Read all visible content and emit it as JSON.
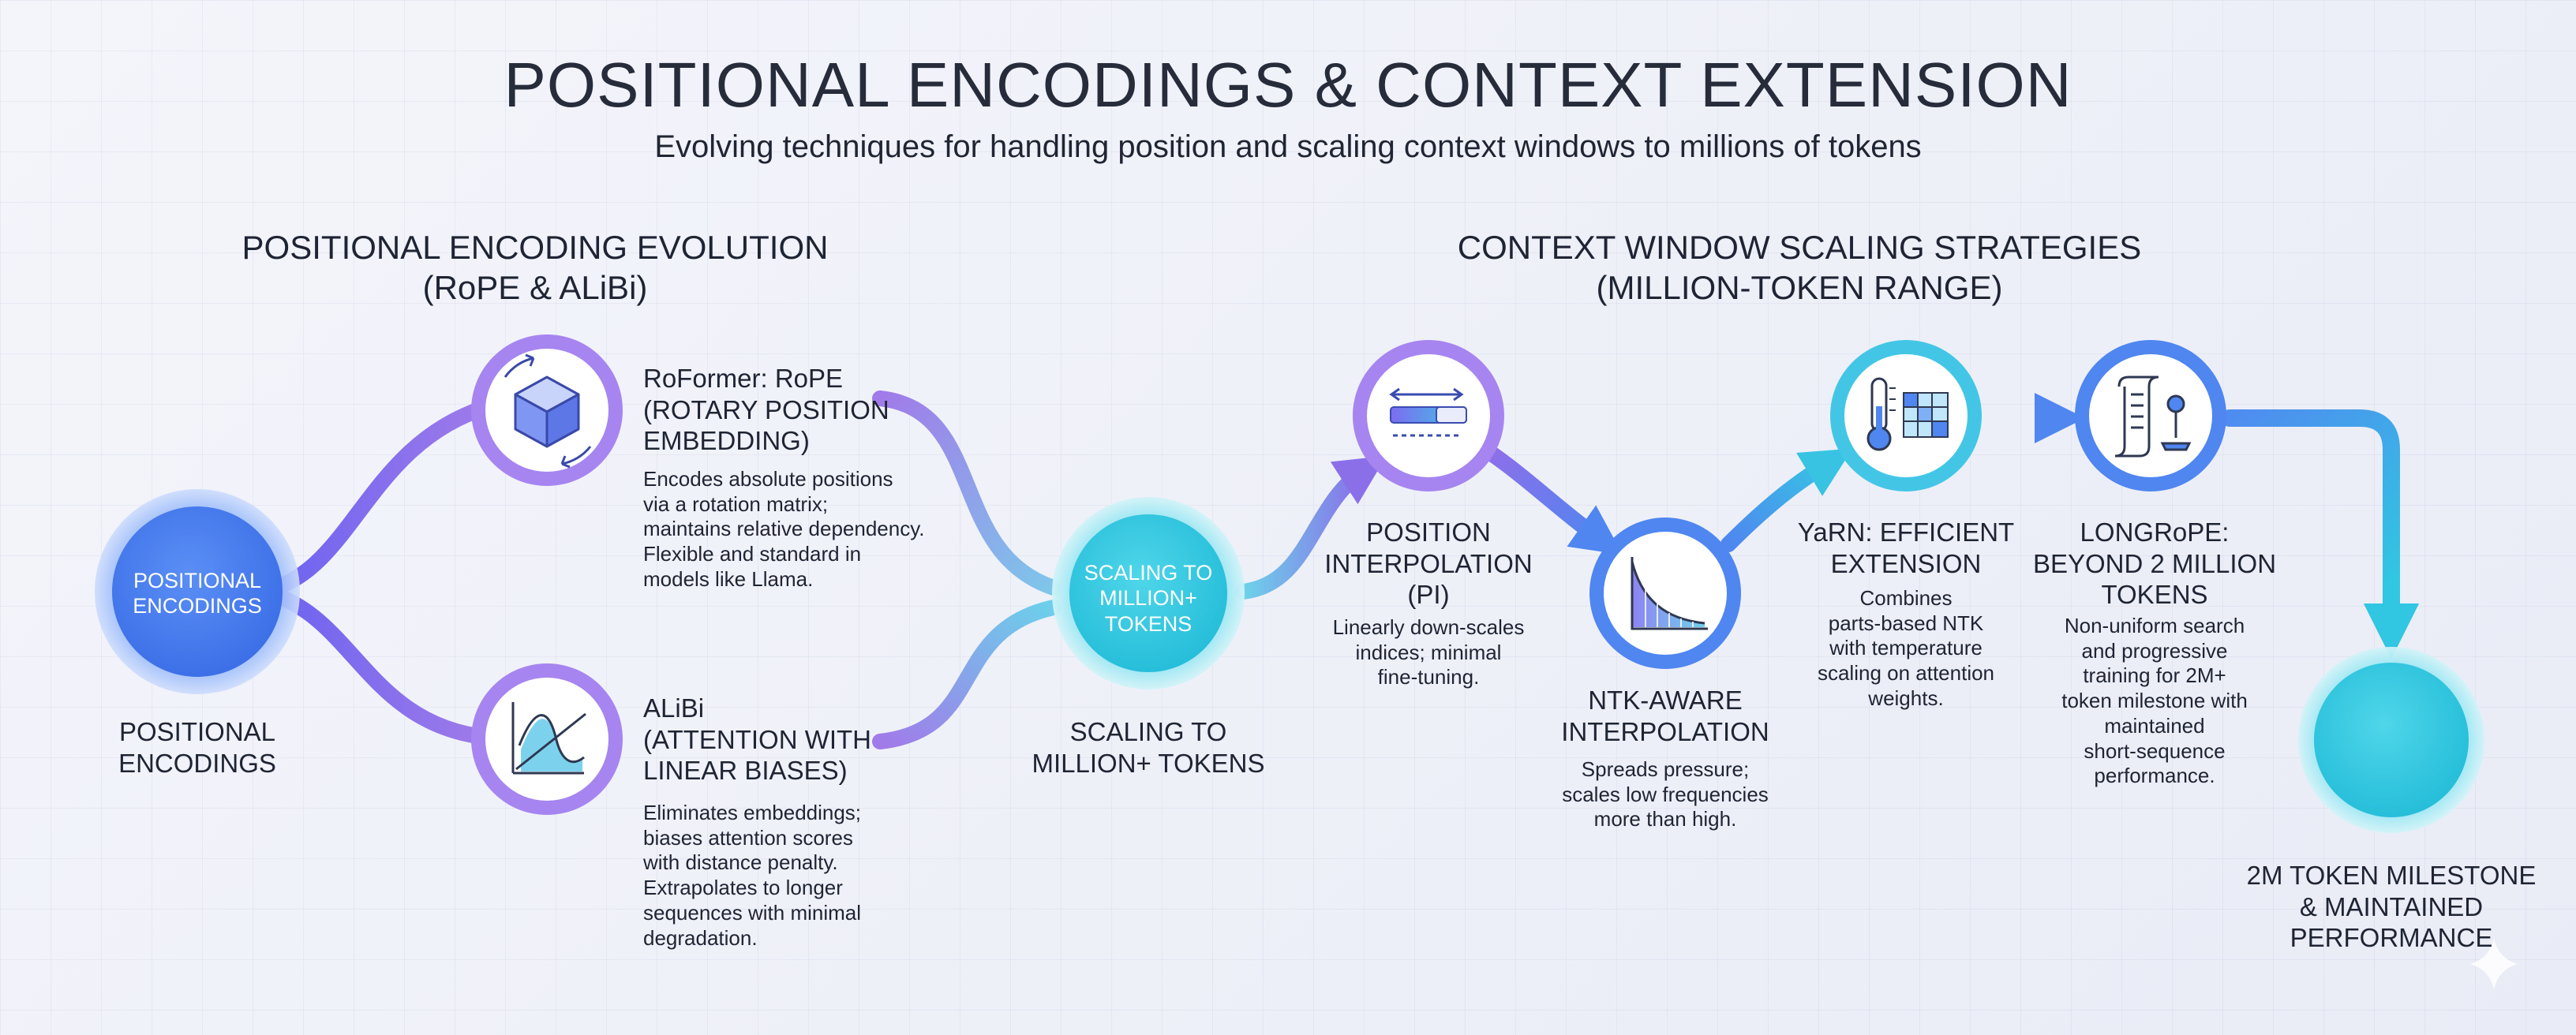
{
  "header": {
    "title": "POSITIONAL ENCODINGS & CONTEXT EXTENSION",
    "subtitle": "Evolving techniques for handling position and scaling context windows to millions of tokens"
  },
  "sections": {
    "left": [
      "POSITIONAL ENCODING EVOLUTION",
      "(RoPE & ALiBi)"
    ],
    "right": [
      "CONTEXT WINDOW SCALING STRATEGIES",
      "(MILLION-TOKEN RANGE)"
    ]
  },
  "nodes": {
    "positional_encodings": {
      "circle_text": [
        "POSITIONAL",
        "ENCODINGS"
      ],
      "label": [
        "POSITIONAL",
        "ENCODINGS"
      ]
    },
    "rope": {
      "title": [
        "RoFormer: RoPE",
        "(ROTARY POSITION",
        "EMBEDDING)"
      ],
      "desc": [
        "Encodes absolute positions",
        "via a rotation matrix;",
        "maintains relative dependency.",
        "Flexible and standard in",
        "models like Llama."
      ],
      "icon": "cube-rotation-icon"
    },
    "alibi": {
      "title": [
        "ALiBi",
        "(ATTENTION WITH",
        "LINEAR BIASES)"
      ],
      "desc": [
        "Eliminates embeddings;",
        "biases attention scores",
        "with distance penalty.",
        "Extrapolates to longer",
        "sequences with minimal",
        "degradation."
      ],
      "icon": "linear-bias-chart-icon"
    },
    "scaling": {
      "circle_text": [
        "SCALING TO",
        "MILLION+",
        "TOKENS"
      ],
      "label": [
        "SCALING TO",
        "MILLION+ TOKENS"
      ]
    },
    "pi": {
      "title": [
        "POSITION",
        "INTERPOLATION",
        "(PI)"
      ],
      "desc": [
        "Linearly down-scales",
        "indices; minimal",
        "fine-tuning."
      ],
      "icon": "interpolation-bar-icon"
    },
    "ntk": {
      "title": [
        "NTK-AWARE",
        "INTERPOLATION"
      ],
      "desc": [
        "Spreads pressure;",
        "scales low frequencies",
        "more than high."
      ],
      "icon": "frequency-curve-icon"
    },
    "yarn": {
      "title": [
        "YaRN: EFFICIENT",
        "EXTENSION"
      ],
      "desc": [
        "Combines",
        "parts-based NTK",
        "with temperature",
        "scaling on attention",
        "weights."
      ],
      "icon": "thermometer-grid-icon"
    },
    "longrope": {
      "title": [
        "LONGRoPE:",
        "BEYOND 2 MILLION",
        "TOKENS"
      ],
      "desc": [
        "Non-uniform search",
        "and progressive",
        "training for 2M+",
        "token milestone with",
        "maintained",
        "short-sequence",
        "performance."
      ],
      "icon": "scroll-pin-icon"
    },
    "milestone": {
      "label": [
        "2M TOKEN MILESTONE",
        "& MAINTAINED",
        "PERFORMANCE"
      ]
    }
  },
  "colors": {
    "purple": "#9b73ec",
    "blue": "#4f86f0",
    "teal": "#2fc9e0",
    "text": "#1e2433"
  }
}
